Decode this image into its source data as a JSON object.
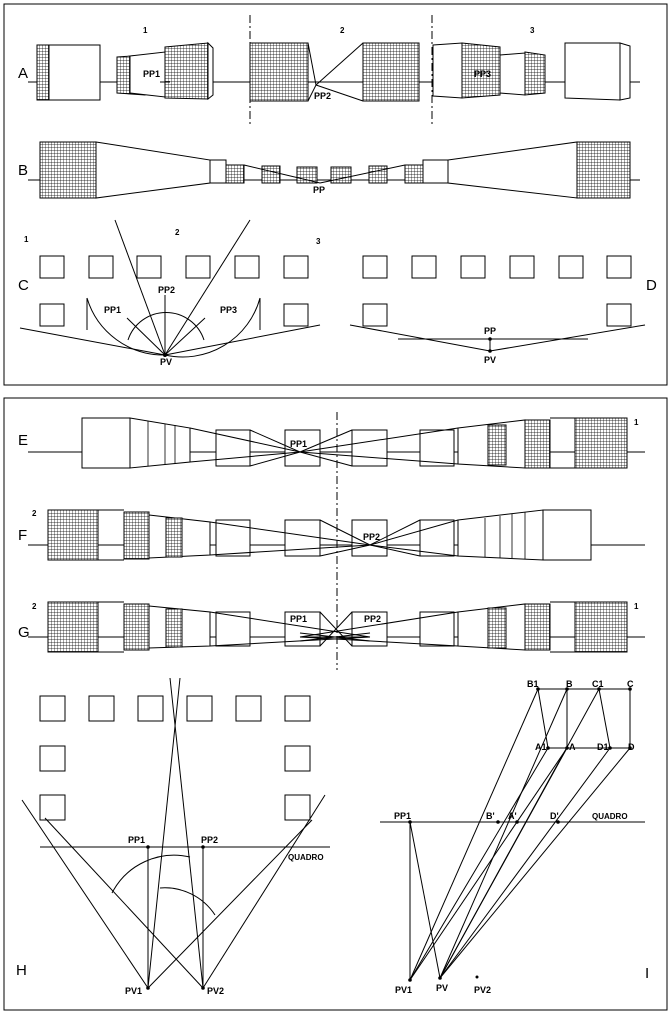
{
  "panels": {
    "A": {
      "letter": "A",
      "zones": [
        "1",
        "2",
        "3"
      ],
      "points": [
        "PP1",
        "PP2",
        "PP3"
      ]
    },
    "B": {
      "letter": "B",
      "points": [
        "PP"
      ]
    },
    "C": {
      "letter": "C",
      "zones": [
        "1",
        "2",
        "3"
      ],
      "points": [
        "PP1",
        "PP2",
        "PP3",
        "PV"
      ]
    },
    "D": {
      "letter": "D",
      "points": [
        "PP",
        "PV"
      ]
    },
    "E": {
      "letter": "E",
      "tag": "1",
      "points": [
        "PP1"
      ]
    },
    "F": {
      "letter": "F",
      "tag": "2",
      "points": [
        "PP2"
      ]
    },
    "G": {
      "letter": "G",
      "tag_left": "2",
      "tag_right": "1",
      "points": [
        "PP1",
        "PP2"
      ]
    },
    "H": {
      "letter": "H",
      "points": [
        "PP1",
        "PP2",
        "PV1",
        "PV2"
      ],
      "plane": "QUADRO"
    },
    "I": {
      "letter": "I",
      "points": [
        "B1",
        "B",
        "C1",
        "C",
        "A1",
        "A",
        "D1",
        "D",
        "PP1",
        "B'",
        "A'",
        "D'",
        "PV1",
        "PV",
        "PV2"
      ],
      "plane": "QUADRO"
    }
  },
  "colors": {
    "ink": "#000000",
    "paper": "#ffffff"
  }
}
